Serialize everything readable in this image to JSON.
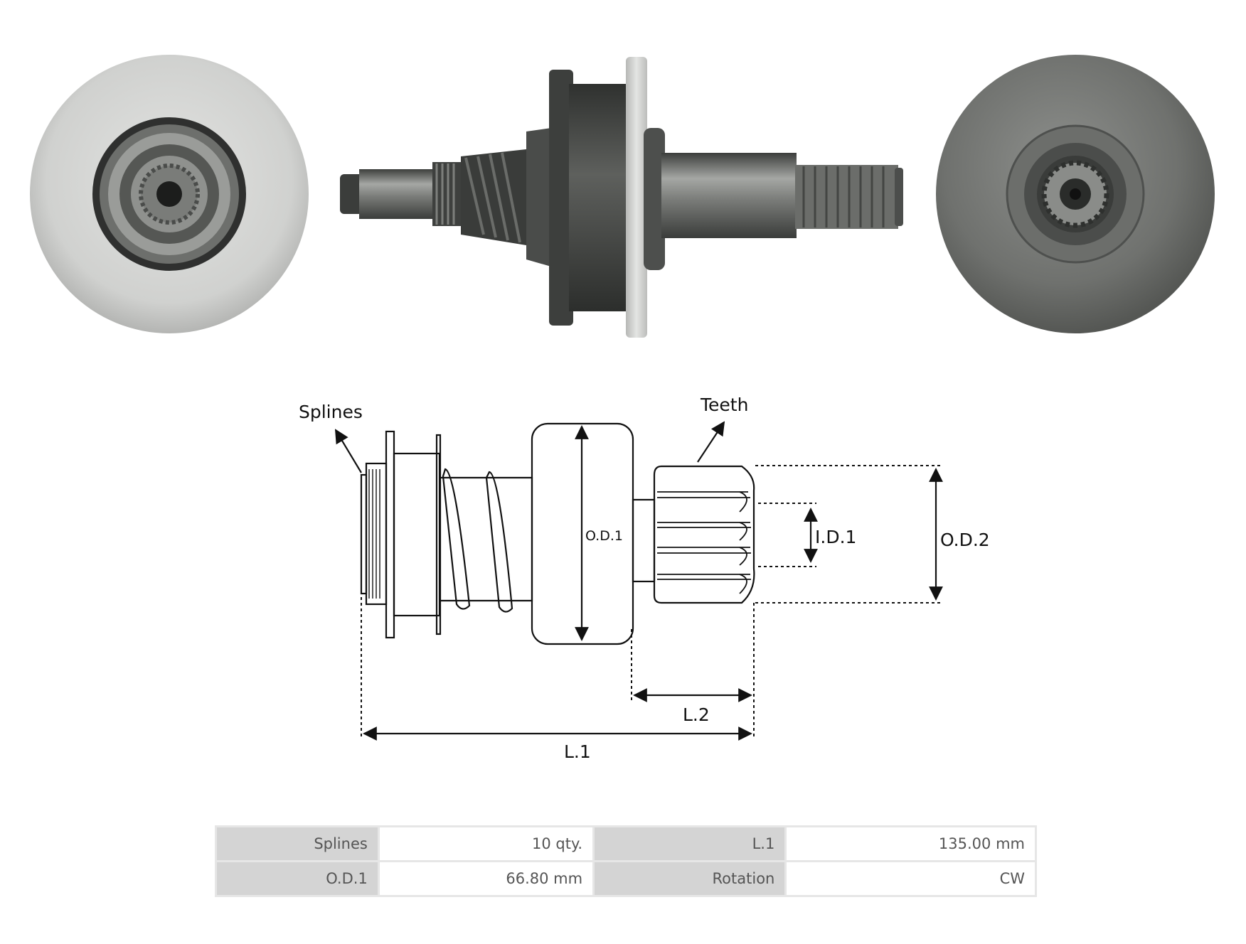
{
  "diagram": {
    "labels": {
      "splines": "Splines",
      "teeth": "Teeth",
      "od1": "O.D.1",
      "id1": "I.D.1",
      "od2": "O.D.2",
      "l2": "L.2",
      "l1": "L.1"
    }
  },
  "specs": {
    "rows": [
      {
        "label1": "Splines",
        "value1": "10 qty.",
        "label2": "L.1",
        "value2": "135.00 mm"
      },
      {
        "label1": "O.D.1",
        "value1": "66.80 mm",
        "label2": "Rotation",
        "value2": "CW"
      }
    ]
  },
  "colors": {
    "steel_dark": "#4b4d4b",
    "steel_light": "#c7c8c6",
    "flange_grey": "#d3d4d2",
    "line": "#111111"
  }
}
